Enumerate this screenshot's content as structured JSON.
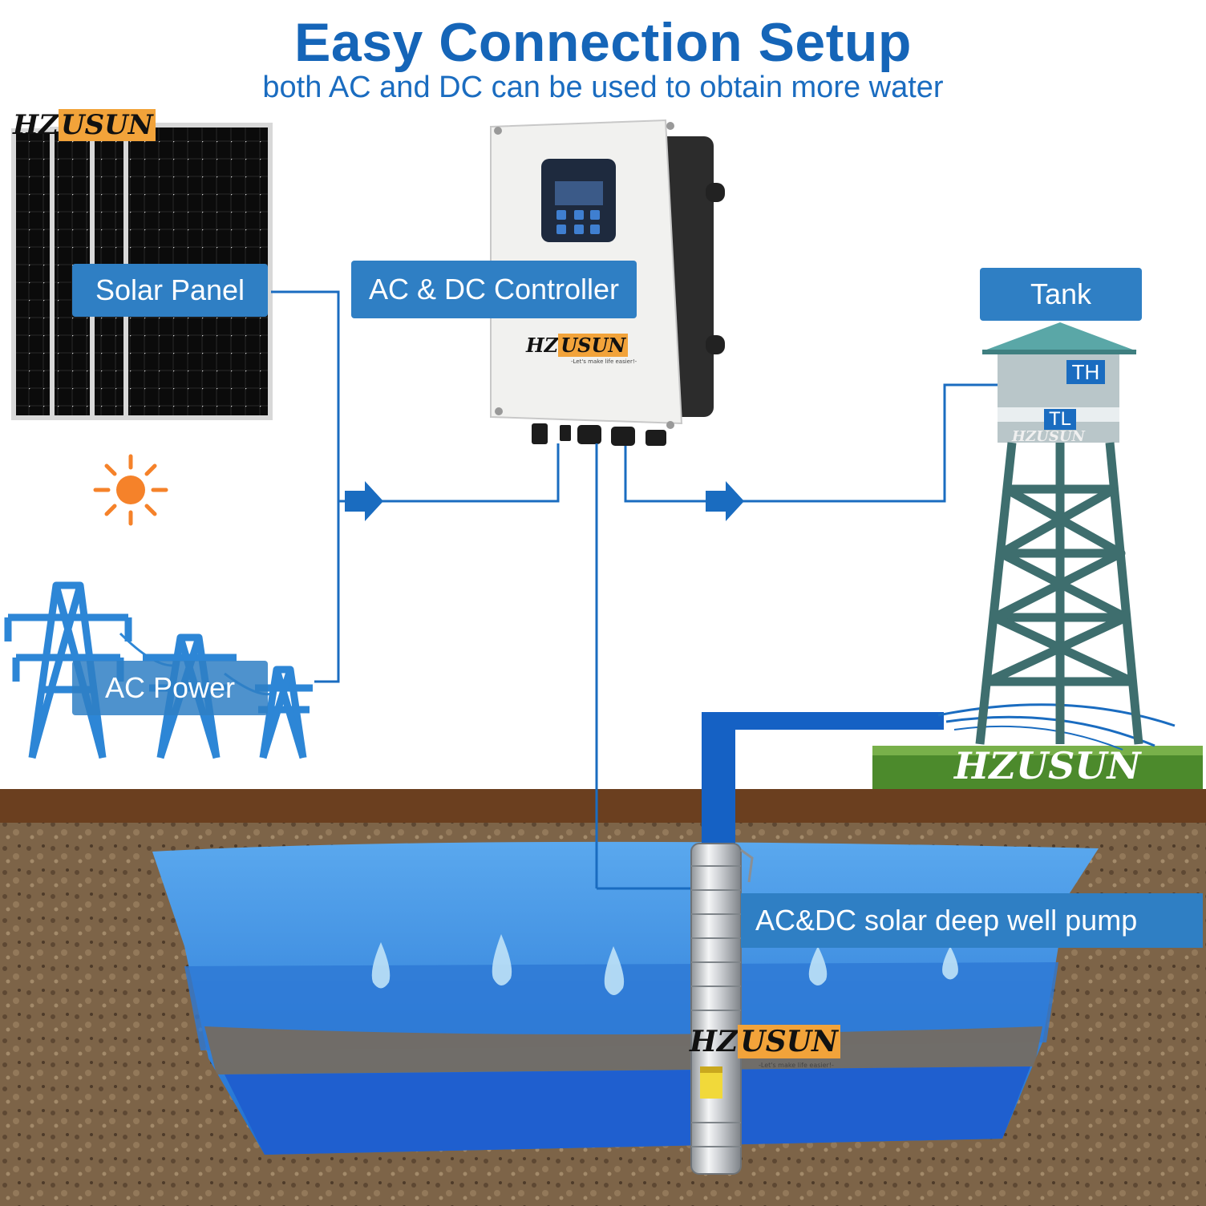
{
  "header": {
    "title": "Easy Connection Setup",
    "subtitle": "both AC and DC can be used to obtain more water"
  },
  "labels": {
    "solar_panel": "Solar Panel",
    "controller": "AC & DC Controller",
    "tank": "Tank",
    "ac_power": "AC Power",
    "pump": "AC&DC solar deep well pump",
    "tank_high": "TH",
    "tank_low": "TL"
  },
  "brand": {
    "hz": "HZ",
    "usun": "USUN",
    "tagline": "-Let's make life easier!-"
  },
  "colors": {
    "accent": "#1565b8",
    "label_bg": "#2f7fc4",
    "brand_orange": "#f2a33a",
    "soil": "#7a5a3a",
    "water": "#1f6fd0"
  },
  "icons": [
    "sun-icon",
    "flow-arrow-icon",
    "power-tower-icon",
    "water-drop-icon"
  ]
}
